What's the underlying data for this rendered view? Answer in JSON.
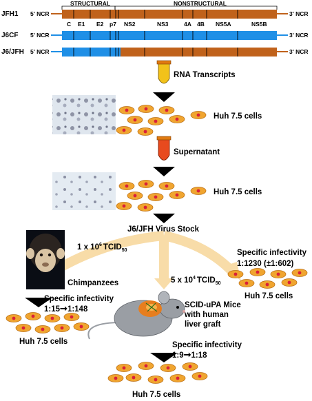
{
  "genome": {
    "bracket_structural": "STRUCTURAL",
    "bracket_nonstructural": "NONSTRUCTURAL",
    "ncr5": "5' NCR",
    "ncr3": "3' NCR",
    "constructs": [
      {
        "name": "JFH1",
        "segments": [
          "jfh",
          "jfh"
        ]
      },
      {
        "name": "J6CF",
        "segments": [
          "j6",
          "j6"
        ]
      },
      {
        "name": "J6/JFH",
        "segments": [
          "j6",
          "jfh"
        ]
      }
    ],
    "genes": [
      "C",
      "E1",
      "E2",
      "p7",
      "NS2",
      "NS3",
      "4A",
      "4B",
      "NS5A",
      "NS5B"
    ],
    "colors": {
      "jfh": "#c0621b",
      "j6": "#1f8fe6"
    }
  },
  "steps": {
    "rna_transcripts": "RNA Transcripts",
    "supernatant": "Supernatant",
    "cells_label": "Huh 7.5 cells",
    "virus_stock": "J6/JFH Virus Stock"
  },
  "inoculation": {
    "chimp_dose_prefix": "1 x 10",
    "chimp_dose_exp": "6",
    "mouse_dose_prefix": "5 x 10",
    "mouse_dose_exp": "4",
    "dose_unit": "TCID",
    "dose_unit_sub": "50"
  },
  "chimp": {
    "label": "Chimpanzees",
    "spec_label": "Specific infectivity",
    "spec_from": "1:15",
    "spec_to": "1:148",
    "cells_label": "Huh 7.5 cells"
  },
  "cell_culture": {
    "spec_label": "Specific infectivity",
    "spec_value": "1:1230 (±1:602)",
    "cells_label": "Huh 7.5 cells"
  },
  "mice": {
    "label_line1": "SCID-uPA Mice",
    "label_line2": "with human",
    "label_line3": "liver graft",
    "spec_label": "Specific infectivity",
    "spec_from": "1:9",
    "spec_to": "1:18",
    "cells_label": "Huh 7.5 cells"
  },
  "colors": {
    "cell": "#f0a530",
    "nucleus": "#d8203a",
    "branch": "#f8dca8",
    "arrow": "#000000",
    "tube_yellow": "#f2c21a",
    "tube_red": "#e84a1e"
  }
}
